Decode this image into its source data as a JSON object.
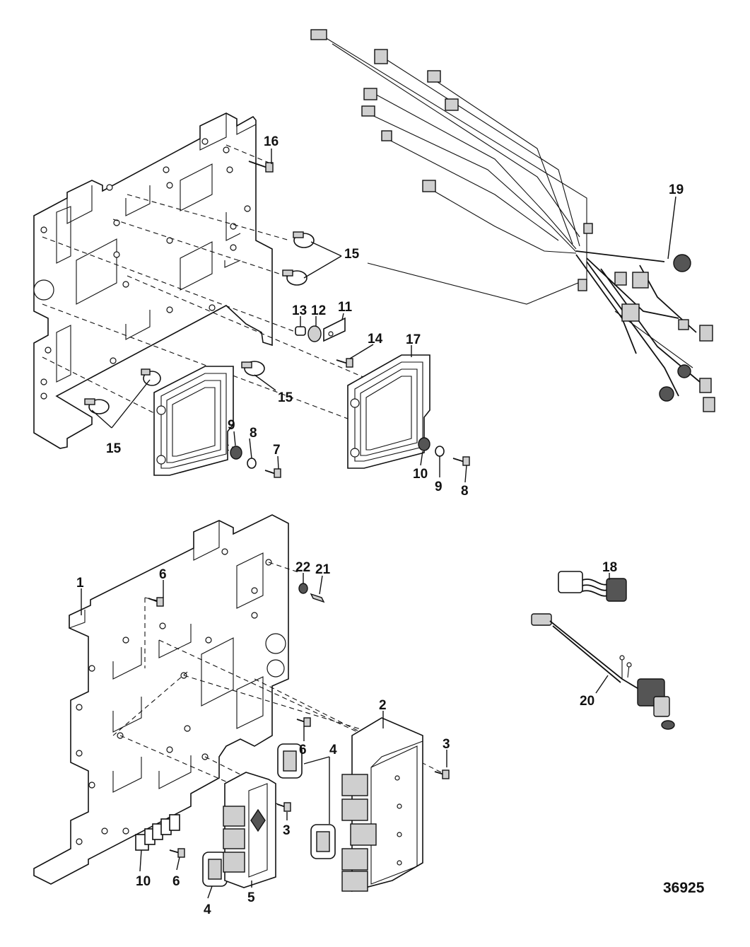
{
  "figure": {
    "number": "36925"
  },
  "callouts": [
    {
      "key": "c1",
      "text": "1"
    },
    {
      "key": "c2",
      "text": "2"
    },
    {
      "key": "c3a",
      "text": "3"
    },
    {
      "key": "c3b",
      "text": "3"
    },
    {
      "key": "c4a",
      "text": "4"
    },
    {
      "key": "c4b",
      "text": "4"
    },
    {
      "key": "c5",
      "text": "5"
    },
    {
      "key": "c6a",
      "text": "6"
    },
    {
      "key": "c6b",
      "text": "6"
    },
    {
      "key": "c6c",
      "text": "6"
    },
    {
      "key": "c7",
      "text": "7"
    },
    {
      "key": "c8a",
      "text": "8"
    },
    {
      "key": "c8b",
      "text": "8"
    },
    {
      "key": "c9a",
      "text": "9"
    },
    {
      "key": "c9b",
      "text": "9"
    },
    {
      "key": "c10a",
      "text": "10"
    },
    {
      "key": "c10b",
      "text": "10"
    },
    {
      "key": "c11",
      "text": "11"
    },
    {
      "key": "c12",
      "text": "12"
    },
    {
      "key": "c13",
      "text": "13"
    },
    {
      "key": "c14",
      "text": "14"
    },
    {
      "key": "c15a",
      "text": "15"
    },
    {
      "key": "c15b",
      "text": "15"
    },
    {
      "key": "c15c",
      "text": "15"
    },
    {
      "key": "c16",
      "text": "16"
    },
    {
      "key": "c17",
      "text": "17"
    },
    {
      "key": "c18",
      "text": "18"
    },
    {
      "key": "c19",
      "text": "19"
    },
    {
      "key": "c20",
      "text": "20"
    },
    {
      "key": "c21",
      "text": "21"
    },
    {
      "key": "c22",
      "text": "22"
    }
  ]
}
